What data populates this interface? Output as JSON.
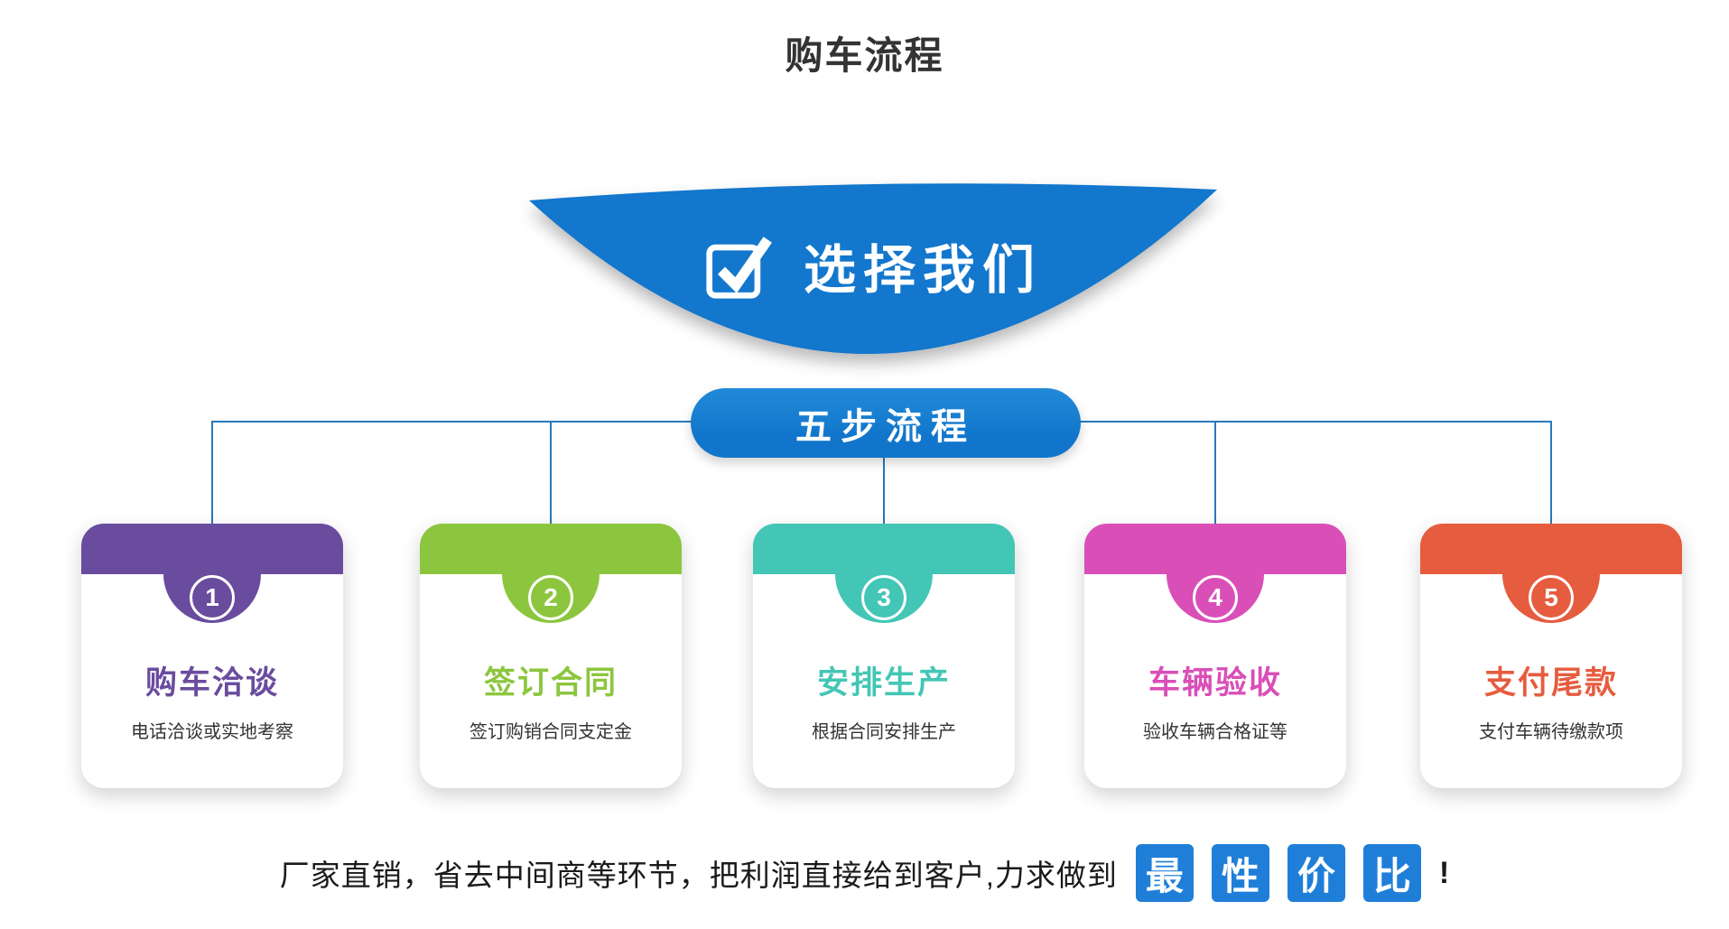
{
  "page": {
    "title": "购车流程"
  },
  "banner": {
    "title": "选择我们",
    "icon": "checkbox-icon",
    "color": "#1277cd"
  },
  "pill": {
    "label": "五步流程",
    "color": "#1176cb"
  },
  "connector_color": "#2a79b8",
  "steps": [
    {
      "number": "1",
      "title": "购车洽谈",
      "desc": "电话洽谈或实地考察",
      "color": "#6a4c9e"
    },
    {
      "number": "2",
      "title": "签订合同",
      "desc": "签订购销合同支定金",
      "color": "#8cc63e"
    },
    {
      "number": "3",
      "title": "安排生产",
      "desc": "根据合同安排生产",
      "color": "#43c6b5"
    },
    {
      "number": "4",
      "title": "车辆验收",
      "desc": "验收车辆合格证等",
      "color": "#d94fb7"
    },
    {
      "number": "5",
      "title": "支付尾款",
      "desc": "支付车辆待缴款项",
      "color": "#e65c3e"
    }
  ],
  "footer": {
    "text": "厂家直销，省去中间商等环节，把利润直接给到客户,力求做到",
    "highlights": [
      "最",
      "性",
      "价",
      "比"
    ],
    "suffix": "!",
    "highlight_color": "#1f7fd8"
  }
}
